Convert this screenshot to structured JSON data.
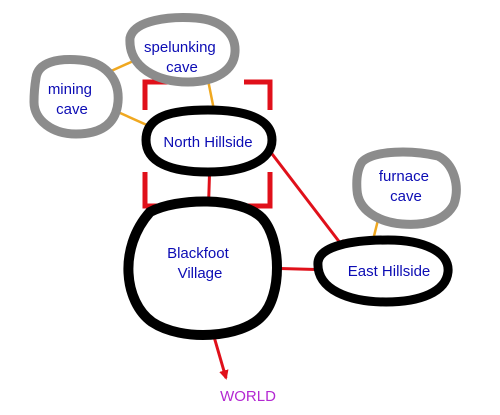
{
  "colors": {
    "main_location_border": "#000000",
    "cave_border": "#8c8c8c",
    "main_path_arrow": "#e0101a",
    "cave_path_arrow": "#f0a820",
    "selection_brackets": "#e0101a",
    "label_text": "#0c0cb4",
    "exit_label_text": "#b428d2"
  },
  "nodes": {
    "spelunking_cave": {
      "line1": "spelunking",
      "line2": "cave",
      "kind": "cave"
    },
    "mining_cave": {
      "line1": "mining",
      "line2": "cave",
      "kind": "cave"
    },
    "furnace_cave": {
      "line1": "furnace",
      "line2": "cave",
      "kind": "cave"
    },
    "north_hillside": {
      "line1": "North Hillside",
      "kind": "location",
      "selected": true
    },
    "east_hillside": {
      "line1": "East Hillside",
      "kind": "location"
    },
    "blackfoot_village": {
      "line1": "Blackfoot",
      "line2": "Village",
      "kind": "location"
    },
    "world": {
      "line1": "WORLD",
      "kind": "exit"
    }
  },
  "connections": [
    {
      "from": "spelunking_cave",
      "to": "mining_cave",
      "type": "cave"
    },
    {
      "from": "spelunking_cave",
      "to": "north_hillside",
      "type": "cave"
    },
    {
      "from": "mining_cave",
      "to": "north_hillside",
      "type": "cave"
    },
    {
      "from": "north_hillside",
      "to": "blackfoot_village",
      "type": "main"
    },
    {
      "from": "north_hillside",
      "to": "east_hillside",
      "type": "main"
    },
    {
      "from": "blackfoot_village",
      "to": "east_hillside",
      "type": "main"
    },
    {
      "from": "blackfoot_village",
      "to": "world",
      "type": "main"
    },
    {
      "from": "furnace_cave",
      "to": "east_hillside",
      "type": "cave"
    }
  ]
}
